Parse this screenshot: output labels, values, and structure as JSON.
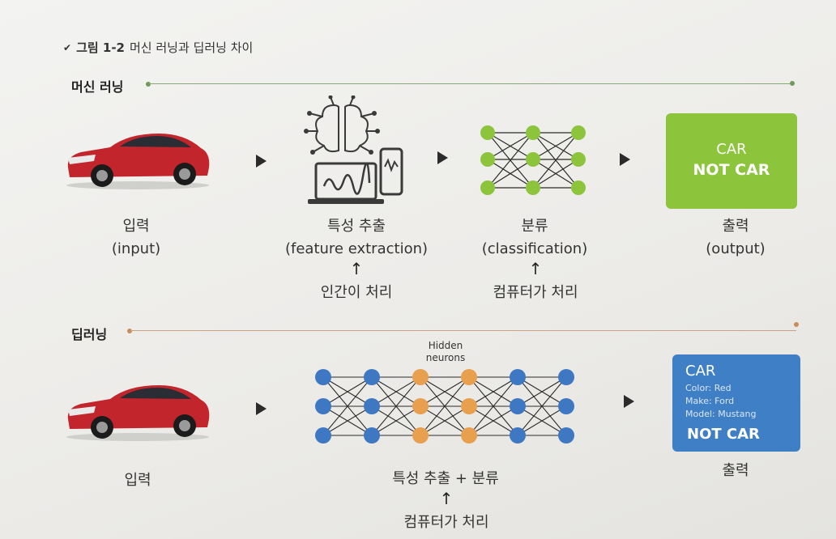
{
  "caption": {
    "prefix": "그림 1-2",
    "title": "머신 러닝과 딥러닝 차이"
  },
  "ml": {
    "title": "머신 러닝",
    "input": {
      "label": "입력",
      "sublabel": "(input)"
    },
    "feature": {
      "label": "특성 추출",
      "sublabel": "(feature extraction)",
      "note": "인간이 처리"
    },
    "classify": {
      "label": "분류",
      "sublabel": "(classification)",
      "note": "컴퓨터가 처리"
    },
    "output": {
      "label": "출력",
      "sublabel": "(output)",
      "line1": "CAR",
      "line2": "NOT CAR"
    }
  },
  "dl": {
    "title": "딥러닝",
    "input": {
      "label": "입력"
    },
    "hidden_label_1": "Hidden",
    "hidden_label_2": "neurons",
    "process": {
      "label": "특성 추출 + 분류",
      "note": "컴퓨터가 처리"
    },
    "output": {
      "label": "출력",
      "title": "CAR",
      "color": "Color: Red",
      "make": "Make: Ford",
      "model": "Model: Mustang",
      "bottom": "NOT CAR"
    }
  },
  "colors": {
    "green": "#8cc43c",
    "blue": "#3f7fc6",
    "orange": "#e8a04e",
    "node_blue": "#3e78c2",
    "car_red": "#c2252c",
    "ml_line": "#6f9a5a",
    "dl_line": "#c98c5a"
  }
}
